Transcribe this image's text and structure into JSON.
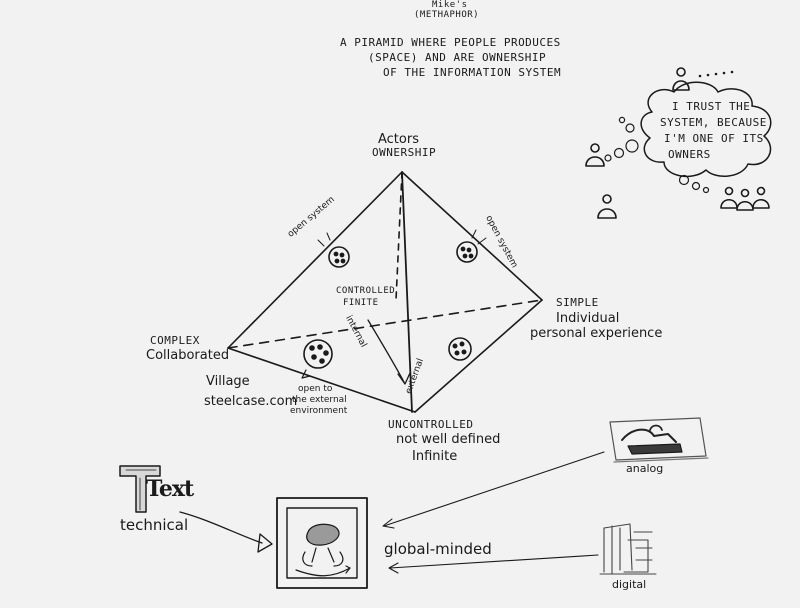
{
  "header": {
    "author": "Mike's",
    "subtitle": "(METHAPHOR)",
    "line1": "A PIRAMID WHERE PEOPLE PRODUCES",
    "line2": "(SPACE) AND ARE OWNERSHIP",
    "line3": "OF THE INFORMATION SYSTEM"
  },
  "thought_bubble": {
    "line1": "I TRUST THE",
    "line2": "SYSTEM, BECAUSE",
    "line3": "I'M ONE OF ITS",
    "line4": "OWNERS"
  },
  "pyramid": {
    "apex_line1": "Actors",
    "apex_line2": "OWNERSHIP",
    "left_line1": "COMPLEX",
    "left_line2": "Collaborated",
    "left_line3": "Village",
    "left_line4": "steelcase.com",
    "right_line1": "SIMPLE",
    "right_line2": "Individual",
    "right_line3": "personal experience",
    "bottom_line1": "UNCONTROLLED",
    "bottom_line2": "not well defined",
    "bottom_line3": "Infinite",
    "center_line1": "CONTROLLED",
    "center_line2": "FINITE",
    "open_system_left": "open system",
    "open_system_right": "open system",
    "open_external_1": "open to",
    "open_external_2": "the external",
    "open_external_3": "environment",
    "axis_internal": "internal",
    "axis_external": "external"
  },
  "bottom": {
    "text_logo": "Text",
    "technical": "technical",
    "global": "global-minded",
    "analog": "analog",
    "digital": "digital"
  }
}
